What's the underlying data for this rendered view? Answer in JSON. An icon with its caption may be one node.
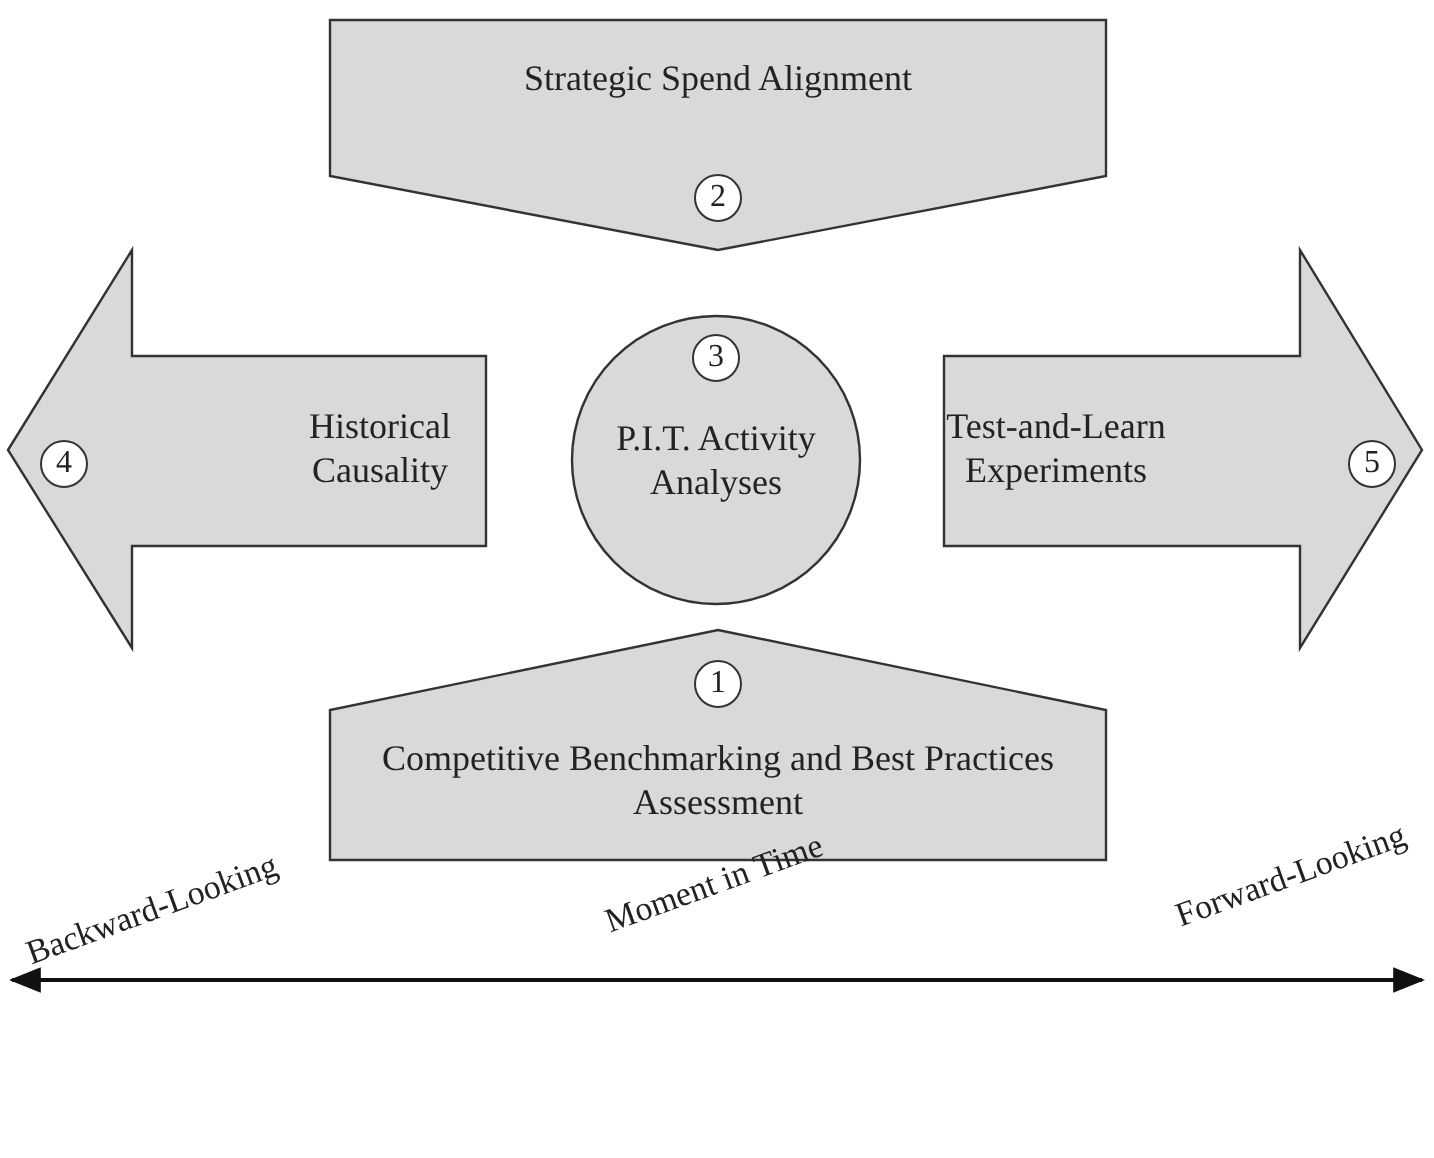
{
  "diagram": {
    "nodes": [
      {
        "text": [
          "Strategic Spend Alignment"
        ]
      },
      {
        "text": [
          "2"
        ],
        "in": 0
      },
      {
        "text": [
          "Historical Causality"
        ]
      },
      {
        "text": [
          "4"
        ],
        "in": 2
      },
      {
        "text": [
          "P.I.T. Activity Analyses"
        ]
      },
      {
        "text": [
          "3"
        ],
        "in": 4
      },
      {
        "text": [
          "Test-and-Learn Experiments"
        ]
      },
      {
        "text": [
          "5"
        ],
        "in": 6
      },
      {
        "text": [
          "Competitive Benchmarking and Best Practices Assessment"
        ]
      },
      {
        "text": [
          "1"
        ],
        "in": 8
      }
    ],
    "edges": [],
    "labels": [
      "Backward-Looking",
      "Moment in Time",
      "Forward-Looking"
    ]
  }
}
